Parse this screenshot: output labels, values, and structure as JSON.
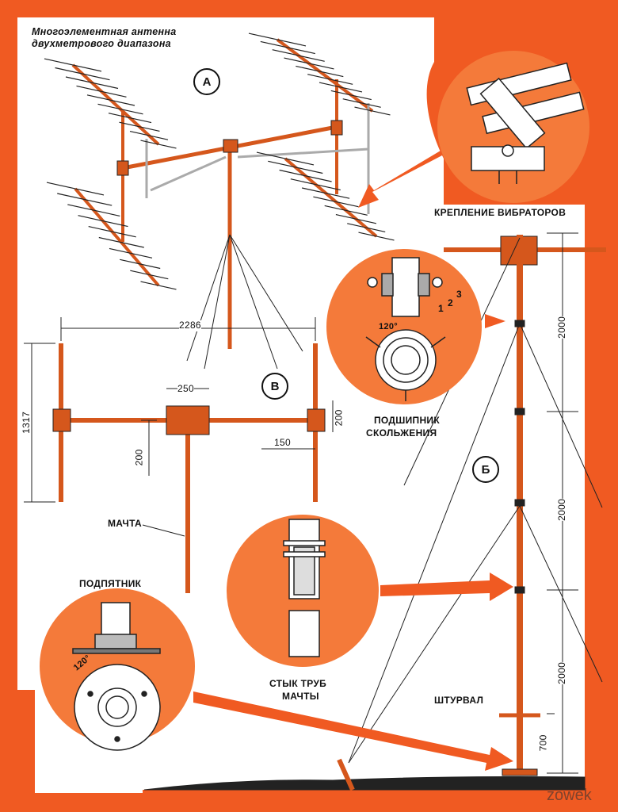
{
  "title": {
    "line1": "Многоэлементная антенна",
    "line2": "двухметрового диапазона"
  },
  "views": {
    "a": "А",
    "b": "Б",
    "v": "В"
  },
  "callouts": {
    "vibrator_mount": "КРЕПЛЕНИЕ ВИБРАТОРОВ",
    "slide_bearing_line1": "ПОДШИПНИК",
    "slide_bearing_line2": "СКОЛЬЖЕНИЯ",
    "mast": "МАЧТА",
    "thrust_bearing": "ПОДПЯТНИК",
    "pipe_joint_line1": "СТЫК ТРУБ",
    "pipe_joint_line2": "МАЧТЫ",
    "handwheel": "ШТУРВАЛ"
  },
  "part_numbers": [
    "1",
    "2",
    "3"
  ],
  "angles": {
    "bearing": "120°",
    "thrust": "120°"
  },
  "dimensions": {
    "width": "2286",
    "height": "1317",
    "boom": "250",
    "mast_offset": "200",
    "side_offset": "200",
    "side_gap": "150",
    "section_top": "2000",
    "section_mid": "2000",
    "section_low": "2000",
    "handwheel_height": "700"
  },
  "watermark": "zowek",
  "colors": {
    "background": "#f05a22",
    "circle_fill": "#f47a3a",
    "panel": "#ffffff",
    "pipe": "#e8601f",
    "ink": "#111111"
  }
}
